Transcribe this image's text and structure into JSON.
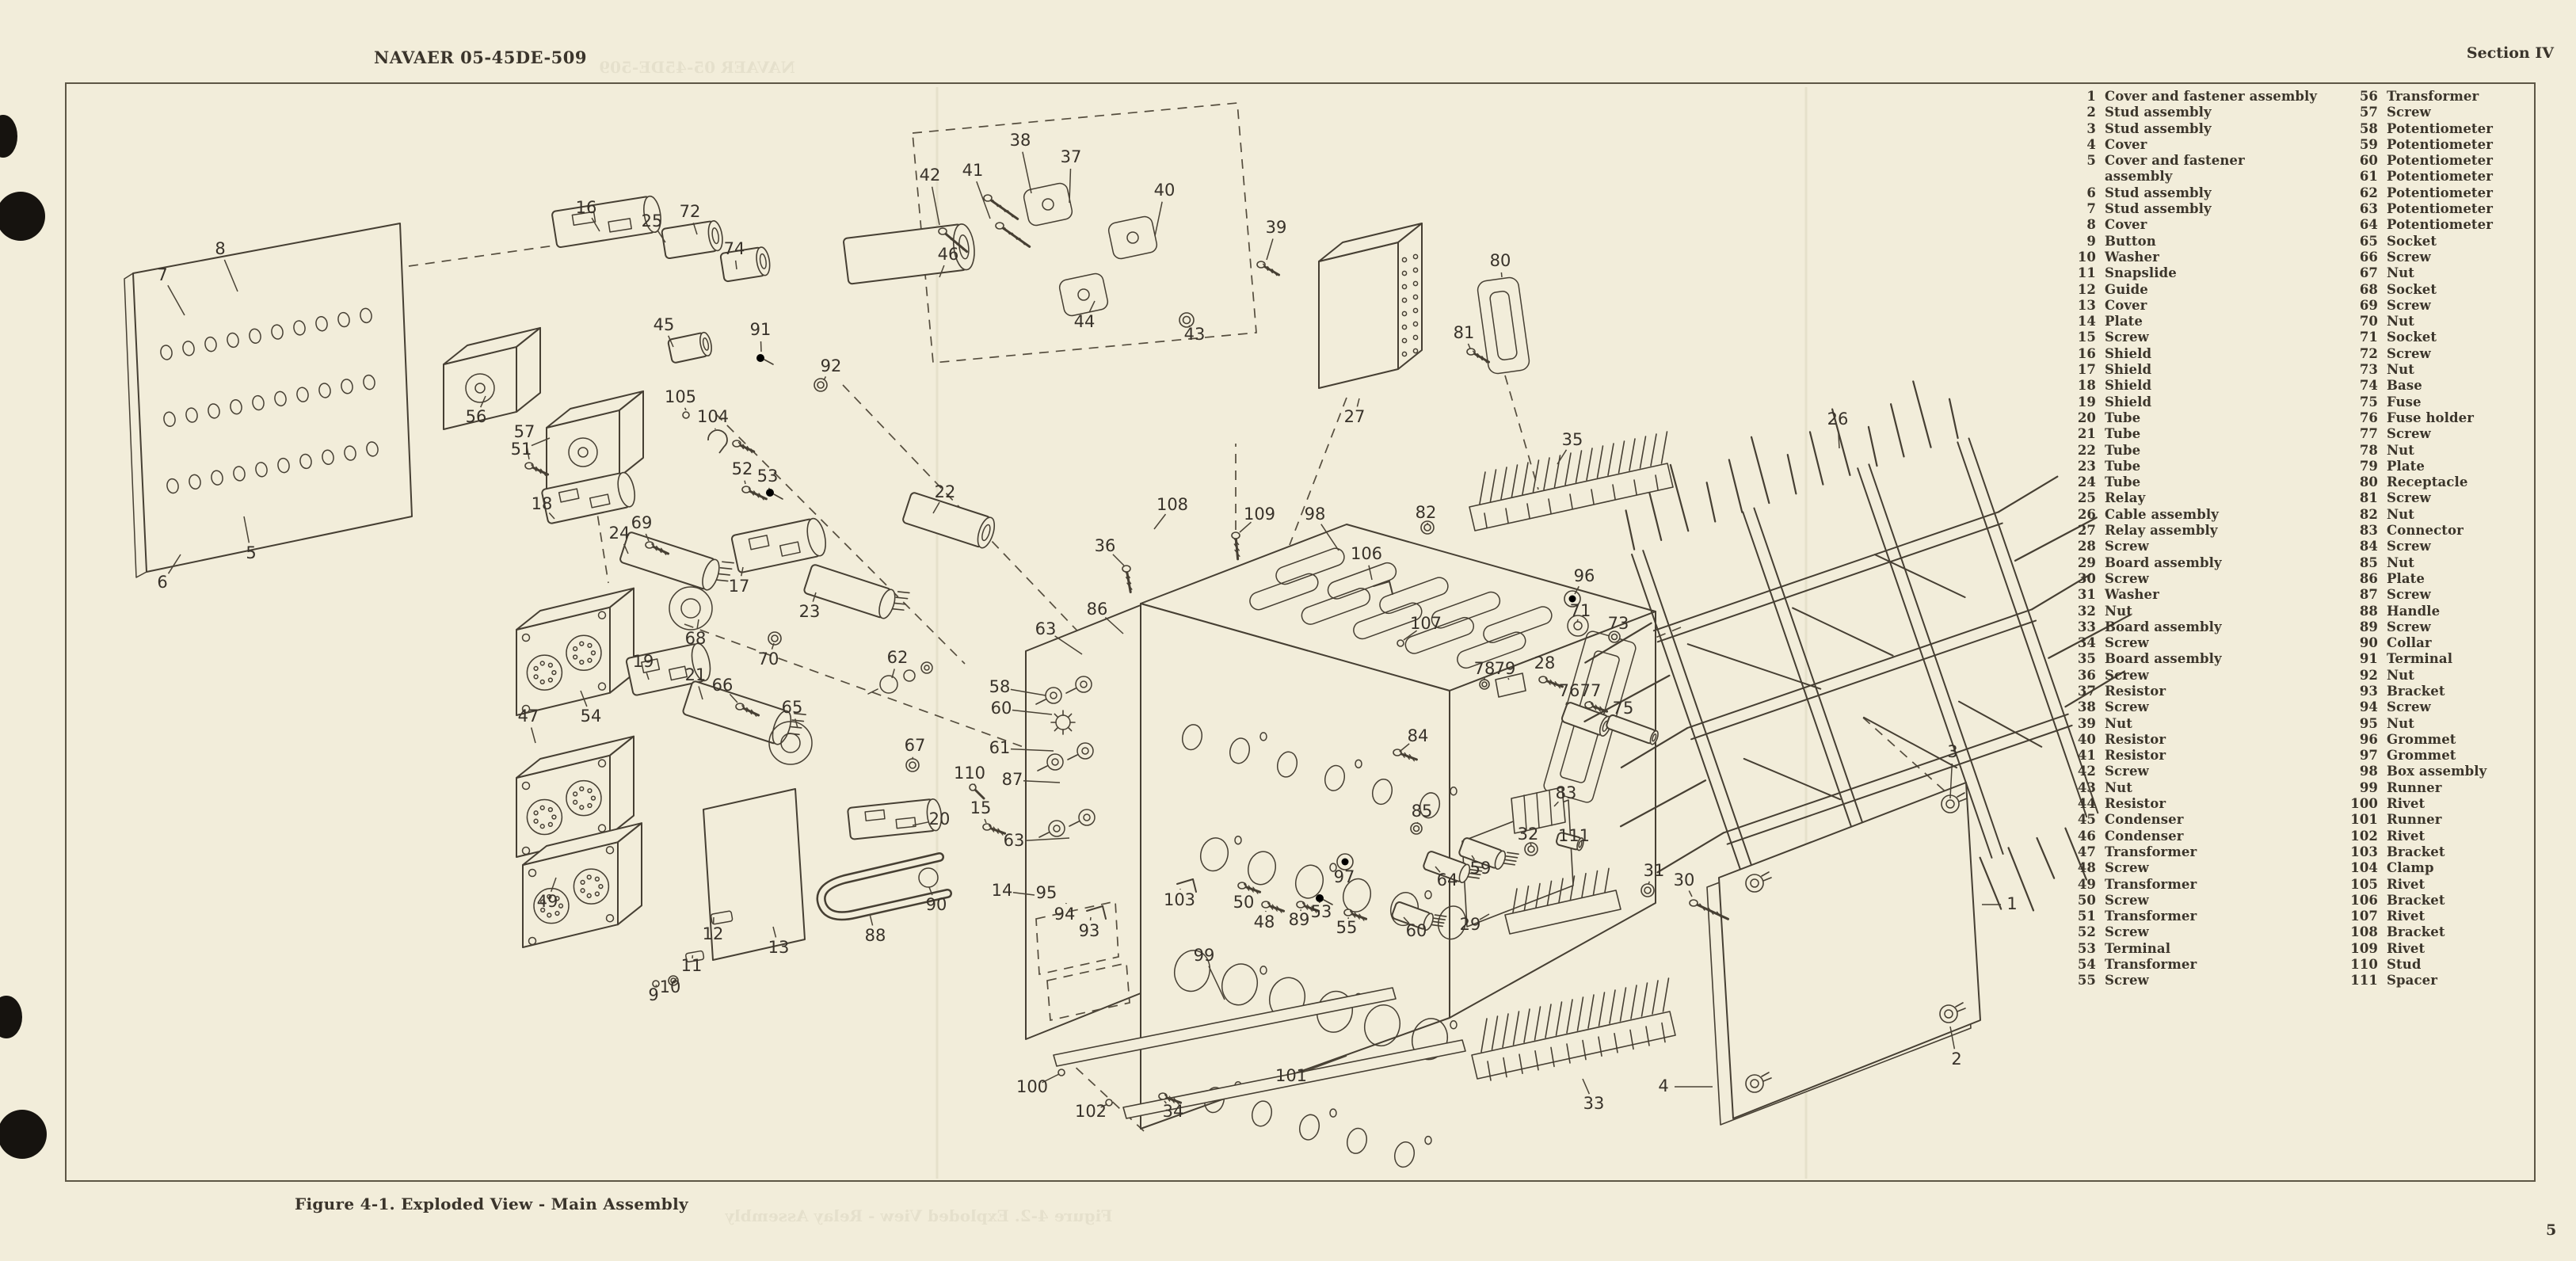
{
  "page": {
    "doc_number": "NAVAER 05-45DE-509",
    "section": "Section IV",
    "caption": "Figure 4-1.  Exploded View - Main Assembly",
    "page_number": "5",
    "ghost_header": "NAVAER 05-45DE-509",
    "ghost_caption": "Figure 4-2.  Exploded View - Relay Assembly"
  },
  "colors": {
    "paper": "#f2edda",
    "ink": "#463f33",
    "text": "#3a342b"
  },
  "parts_list": {
    "left": [
      {
        "n": "1",
        "name": "Cover and fastener assembly"
      },
      {
        "n": "2",
        "name": "Stud assembly"
      },
      {
        "n": "3",
        "name": "Stud assembly"
      },
      {
        "n": "4",
        "name": "Cover"
      },
      {
        "n": "5",
        "name": "Cover and fastener\nassembly"
      },
      {
        "n": "6",
        "name": "Stud assembly"
      },
      {
        "n": "7",
        "name": "Stud assembly"
      },
      {
        "n": "8",
        "name": "Cover"
      },
      {
        "n": "9",
        "name": "Button"
      },
      {
        "n": "10",
        "name": "Washer"
      },
      {
        "n": "11",
        "name": "Snapslide"
      },
      {
        "n": "12",
        "name": "Guide"
      },
      {
        "n": "13",
        "name": "Cover"
      },
      {
        "n": "14",
        "name": "Plate"
      },
      {
        "n": "15",
        "name": "Screw"
      },
      {
        "n": "16",
        "name": "Shield"
      },
      {
        "n": "17",
        "name": "Shield"
      },
      {
        "n": "18",
        "name": "Shield"
      },
      {
        "n": "19",
        "name": "Shield"
      },
      {
        "n": "20",
        "name": "Tube"
      },
      {
        "n": "21",
        "name": "Tube"
      },
      {
        "n": "22",
        "name": "Tube"
      },
      {
        "n": "23",
        "name": "Tube"
      },
      {
        "n": "24",
        "name": "Tube"
      },
      {
        "n": "25",
        "name": "Relay"
      },
      {
        "n": "26",
        "name": "Cable assembly"
      },
      {
        "n": "27",
        "name": "Relay assembly"
      },
      {
        "n": "28",
        "name": "Screw"
      },
      {
        "n": "29",
        "name": "Board assembly"
      },
      {
        "n": "30",
        "name": "Screw"
      },
      {
        "n": "31",
        "name": "Washer"
      },
      {
        "n": "32",
        "name": "Nut"
      },
      {
        "n": "33",
        "name": "Board assembly"
      },
      {
        "n": "34",
        "name": "Screw"
      },
      {
        "n": "35",
        "name": "Board assembly"
      },
      {
        "n": "36",
        "name": "Screw"
      },
      {
        "n": "37",
        "name": "Resistor"
      },
      {
        "n": "38",
        "name": "Screw"
      },
      {
        "n": "39",
        "name": "Nut"
      },
      {
        "n": "40",
        "name": "Resistor"
      },
      {
        "n": "41",
        "name": "Resistor"
      },
      {
        "n": "42",
        "name": "Screw"
      },
      {
        "n": "43",
        "name": "Nut"
      },
      {
        "n": "44",
        "name": "Resistor"
      },
      {
        "n": "45",
        "name": "Condenser"
      },
      {
        "n": "46",
        "name": "Condenser"
      },
      {
        "n": "47",
        "name": "Transformer"
      },
      {
        "n": "48",
        "name": "Screw"
      },
      {
        "n": "49",
        "name": "Transformer"
      },
      {
        "n": "50",
        "name": "Screw"
      },
      {
        "n": "51",
        "name": "Transformer"
      },
      {
        "n": "52",
        "name": "Screw"
      },
      {
        "n": "53",
        "name": "Terminal"
      },
      {
        "n": "54",
        "name": "Transformer"
      },
      {
        "n": "55",
        "name": "Screw"
      }
    ],
    "right": [
      {
        "n": "56",
        "name": "Transformer"
      },
      {
        "n": "57",
        "name": "Screw"
      },
      {
        "n": "58",
        "name": "Potentiometer"
      },
      {
        "n": "59",
        "name": "Potentiometer"
      },
      {
        "n": "60",
        "name": "Potentiometer"
      },
      {
        "n": "61",
        "name": "Potentiometer"
      },
      {
        "n": "62",
        "name": "Potentiometer"
      },
      {
        "n": "63",
        "name": "Potentiometer"
      },
      {
        "n": "64",
        "name": "Potentiometer"
      },
      {
        "n": "65",
        "name": "Socket"
      },
      {
        "n": "66",
        "name": "Screw"
      },
      {
        "n": "67",
        "name": "Nut"
      },
      {
        "n": "68",
        "name": "Socket"
      },
      {
        "n": "69",
        "name": "Screw"
      },
      {
        "n": "70",
        "name": "Nut"
      },
      {
        "n": "71",
        "name": "Socket"
      },
      {
        "n": "72",
        "name": "Screw"
      },
      {
        "n": "73",
        "name": "Nut"
      },
      {
        "n": "74",
        "name": "Base"
      },
      {
        "n": "75",
        "name": "Fuse"
      },
      {
        "n": "76",
        "name": "Fuse holder"
      },
      {
        "n": "77",
        "name": "Screw"
      },
      {
        "n": "78",
        "name": "Nut"
      },
      {
        "n": "79",
        "name": "Plate"
      },
      {
        "n": "80",
        "name": "Receptacle"
      },
      {
        "n": "81",
        "name": "Screw"
      },
      {
        "n": "82",
        "name": "Nut"
      },
      {
        "n": "83",
        "name": "Connector"
      },
      {
        "n": "84",
        "name": "Screw"
      },
      {
        "n": "85",
        "name": "Nut"
      },
      {
        "n": "86",
        "name": "Plate"
      },
      {
        "n": "87",
        "name": "Screw"
      },
      {
        "n": "88",
        "name": "Handle"
      },
      {
        "n": "89",
        "name": "Screw"
      },
      {
        "n": "90",
        "name": "Collar"
      },
      {
        "n": "91",
        "name": "Terminal"
      },
      {
        "n": "92",
        "name": "Nut"
      },
      {
        "n": "93",
        "name": "Bracket"
      },
      {
        "n": "94",
        "name": "Screw"
      },
      {
        "n": "95",
        "name": "Nut"
      },
      {
        "n": "96",
        "name": "Grommet"
      },
      {
        "n": "97",
        "name": "Grommet"
      },
      {
        "n": "98",
        "name": "Box assembly"
      },
      {
        "n": "99",
        "name": "Runner"
      },
      {
        "n": "100",
        "name": "Rivet"
      },
      {
        "n": "101",
        "name": "Runner"
      },
      {
        "n": "102",
        "name": "Rivet"
      },
      {
        "n": "103",
        "name": "Bracket"
      },
      {
        "n": "104",
        "name": "Clamp"
      },
      {
        "n": "105",
        "name": "Rivet"
      },
      {
        "n": "106",
        "name": "Bracket"
      },
      {
        "n": "107",
        "name": "Rivet"
      },
      {
        "n": "108",
        "name": "Bracket"
      },
      {
        "n": "109",
        "name": "Rivet"
      },
      {
        "n": "110",
        "name": "Stud"
      },
      {
        "n": "111",
        "name": "Spacer"
      }
    ]
  },
  "diagram": {
    "figure_id": "exploded-view-main-assembly",
    "callouts": [
      [
        "7",
        205,
        348,
        233,
        398
      ],
      [
        "8",
        278,
        315,
        300,
        368
      ],
      [
        "5",
        317,
        699,
        308,
        652
      ],
      [
        "6",
        205,
        736,
        228,
        700
      ],
      [
        "16",
        740,
        263,
        757,
        292
      ],
      [
        "25",
        823,
        280,
        840,
        306
      ],
      [
        "72",
        871,
        268,
        880,
        296
      ],
      [
        "74",
        927,
        315,
        930,
        340
      ],
      [
        "45",
        838,
        411,
        850,
        438
      ],
      [
        "91",
        960,
        417,
        961,
        444
      ],
      [
        "92",
        1049,
        463,
        1040,
        480
      ],
      [
        "105",
        859,
        502,
        866,
        518
      ],
      [
        "104",
        900,
        527,
        903,
        542
      ],
      [
        "56",
        601,
        527,
        613,
        500
      ],
      [
        "57",
        662,
        546,
        668,
        580
      ],
      [
        "51",
        658,
        568,
        694,
        553
      ],
      [
        "18",
        684,
        637,
        700,
        655
      ],
      [
        "24",
        782,
        674,
        793,
        699
      ],
      [
        "69",
        810,
        661,
        819,
        683
      ],
      [
        "17",
        933,
        741,
        938,
        716
      ],
      [
        "23",
        1022,
        773,
        1030,
        748
      ],
      [
        "68",
        878,
        807,
        882,
        782
      ],
      [
        "70",
        970,
        833,
        977,
        812
      ],
      [
        "62",
        1133,
        831,
        1126,
        856
      ],
      [
        "19",
        812,
        836,
        819,
        858
      ],
      [
        "21",
        878,
        853,
        887,
        883
      ],
      [
        "66",
        912,
        866,
        931,
        887
      ],
      [
        "65",
        1000,
        894,
        1007,
        919
      ],
      [
        "54",
        746,
        905,
        733,
        872
      ],
      [
        "47",
        667,
        905,
        676,
        938
      ],
      [
        "49",
        691,
        1139,
        702,
        1108
      ],
      [
        "22",
        1193,
        622,
        1178,
        648
      ],
      [
        "52",
        937,
        593,
        941,
        611
      ],
      [
        "53",
        969,
        602,
        971,
        617
      ],
      [
        "67",
        1155,
        942,
        1152,
        958
      ],
      [
        "20",
        1186,
        1035,
        1152,
        1042
      ],
      [
        "15",
        1238,
        1021,
        1245,
        1039
      ],
      [
        "110",
        1224,
        977,
        1232,
        994
      ],
      [
        "14",
        1265,
        1125,
        1306,
        1130
      ],
      [
        "13",
        983,
        1197,
        976,
        1170
      ],
      [
        "12",
        900,
        1180,
        901,
        1158
      ],
      [
        "11",
        873,
        1220,
        874,
        1210
      ],
      [
        "10",
        846,
        1247,
        850,
        1241
      ],
      [
        "9",
        825,
        1257,
        828,
        1246
      ],
      [
        "88",
        1105,
        1182,
        1098,
        1154
      ],
      [
        "90",
        1182,
        1143,
        1173,
        1120
      ],
      [
        "93",
        1375,
        1176,
        1377,
        1158
      ],
      [
        "94",
        1344,
        1155,
        1346,
        1140
      ],
      [
        "95",
        1321,
        1128,
        1322,
        1114
      ],
      [
        "103",
        1489,
        1137,
        1490,
        1122
      ],
      [
        "50",
        1570,
        1140,
        1568,
        1126
      ],
      [
        "97",
        1697,
        1108,
        1698,
        1094
      ],
      [
        "96",
        2000,
        728,
        1988,
        750
      ],
      [
        "36",
        1395,
        690,
        1419,
        714
      ],
      [
        "108",
        1480,
        638,
        1457,
        668
      ],
      [
        "109",
        1590,
        650,
        1565,
        672
      ],
      [
        "98",
        1660,
        650,
        1690,
        695
      ],
      [
        "106",
        1725,
        700,
        1732,
        732
      ],
      [
        "82",
        1800,
        648,
        1802,
        660
      ],
      [
        "107",
        1800,
        788,
        1772,
        808
      ],
      [
        "86",
        1385,
        770,
        1418,
        800
      ],
      [
        "63",
        1320,
        795,
        1366,
        826
      ],
      [
        "58",
        1262,
        868,
        1320,
        878
      ],
      [
        "60",
        1264,
        895,
        1328,
        902
      ],
      [
        "61",
        1262,
        945,
        1330,
        948
      ],
      [
        "87",
        1278,
        985,
        1338,
        988
      ],
      [
        "63",
        1280,
        1062,
        1350,
        1058
      ],
      [
        "84",
        1790,
        930,
        1768,
        948
      ],
      [
        "85",
        1795,
        1025,
        1789,
        1040
      ],
      [
        "53",
        1668,
        1152,
        1666,
        1140
      ],
      [
        "55",
        1700,
        1172,
        1702,
        1160
      ],
      [
        "48",
        1596,
        1165,
        1598,
        1150
      ],
      [
        "89",
        1640,
        1162,
        1642,
        1150
      ],
      [
        "26",
        2320,
        530,
        2322,
        566
      ],
      [
        "35",
        1985,
        556,
        1966,
        586
      ],
      [
        "71",
        1995,
        772,
        1992,
        782
      ],
      [
        "73",
        2043,
        788,
        2039,
        800
      ],
      [
        "78",
        1874,
        845,
        1874,
        856
      ],
      [
        "79",
        1900,
        845,
        1904,
        856
      ],
      [
        "28",
        1950,
        838,
        1949,
        852
      ],
      [
        "76",
        1981,
        873,
        1977,
        890
      ],
      [
        "77",
        2008,
        873,
        2007,
        885
      ],
      [
        "75",
        2049,
        895,
        2040,
        906
      ],
      [
        "83",
        1977,
        1002,
        1962,
        1018
      ],
      [
        "32",
        1929,
        1054,
        1932,
        1064
      ],
      [
        "111",
        1987,
        1056,
        1976,
        1060
      ],
      [
        "29",
        1856,
        1168,
        1880,
        1154
      ],
      [
        "59",
        1869,
        1097,
        1858,
        1080
      ],
      [
        "64",
        1827,
        1112,
        1812,
        1094
      ],
      [
        "60",
        1788,
        1176,
        1772,
        1158
      ],
      [
        "33",
        2012,
        1394,
        1998,
        1362
      ],
      [
        "34",
        1481,
        1404,
        1470,
        1390
      ],
      [
        "102",
        1377,
        1404,
        1398,
        1394
      ],
      [
        "100",
        1303,
        1373,
        1337,
        1356
      ],
      [
        "101",
        1630,
        1359,
        1700,
        1333
      ],
      [
        "99",
        1520,
        1207,
        1546,
        1262
      ],
      [
        "31",
        2088,
        1100,
        2081,
        1116
      ],
      [
        "30",
        2126,
        1112,
        2136,
        1132
      ],
      [
        "27",
        1710,
        527,
        1716,
        503
      ],
      [
        "80",
        1894,
        330,
        1896,
        350
      ],
      [
        "81",
        1848,
        421,
        1856,
        440
      ],
      [
        "1",
        2540,
        1142,
        2502,
        1142
      ],
      [
        "2",
        2470,
        1338,
        2462,
        1296
      ],
      [
        "3",
        2465,
        950,
        2462,
        1008
      ],
      [
        "4",
        2100,
        1372,
        2162,
        1372
      ],
      [
        "37",
        1352,
        199,
        1350,
        256
      ],
      [
        "40",
        1470,
        241,
        1458,
        298
      ],
      [
        "38",
        1288,
        178,
        1302,
        244
      ],
      [
        "41",
        1228,
        216,
        1250,
        276
      ],
      [
        "42",
        1174,
        222,
        1186,
        284
      ],
      [
        "39",
        1611,
        288,
        1599,
        328
      ],
      [
        "44",
        1369,
        407,
        1382,
        380
      ],
      [
        "43",
        1508,
        423,
        1502,
        412
      ],
      [
        "46",
        1197,
        322,
        1186,
        350
      ]
    ]
  }
}
